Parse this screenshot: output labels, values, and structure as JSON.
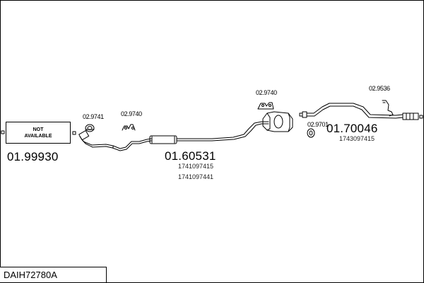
{
  "not_available": {
    "line1": "NOT",
    "line2": "AVAILABLE"
  },
  "assemblies": {
    "front": {
      "ref": "01.99930"
    },
    "middle": {
      "ref": "01.60531",
      "oem": [
        "1741097415",
        "1741097441"
      ]
    },
    "rear": {
      "ref": "01.70046",
      "oem": [
        "1743097415"
      ]
    }
  },
  "parts": {
    "gasket_front": "02.9741",
    "hanger_front": "02.9740",
    "hanger_middle": "02.9740",
    "hanger_rear_tail": "02.9536",
    "gasket_rear": "02.9701"
  },
  "diagram_code": "DAIH72780A"
}
